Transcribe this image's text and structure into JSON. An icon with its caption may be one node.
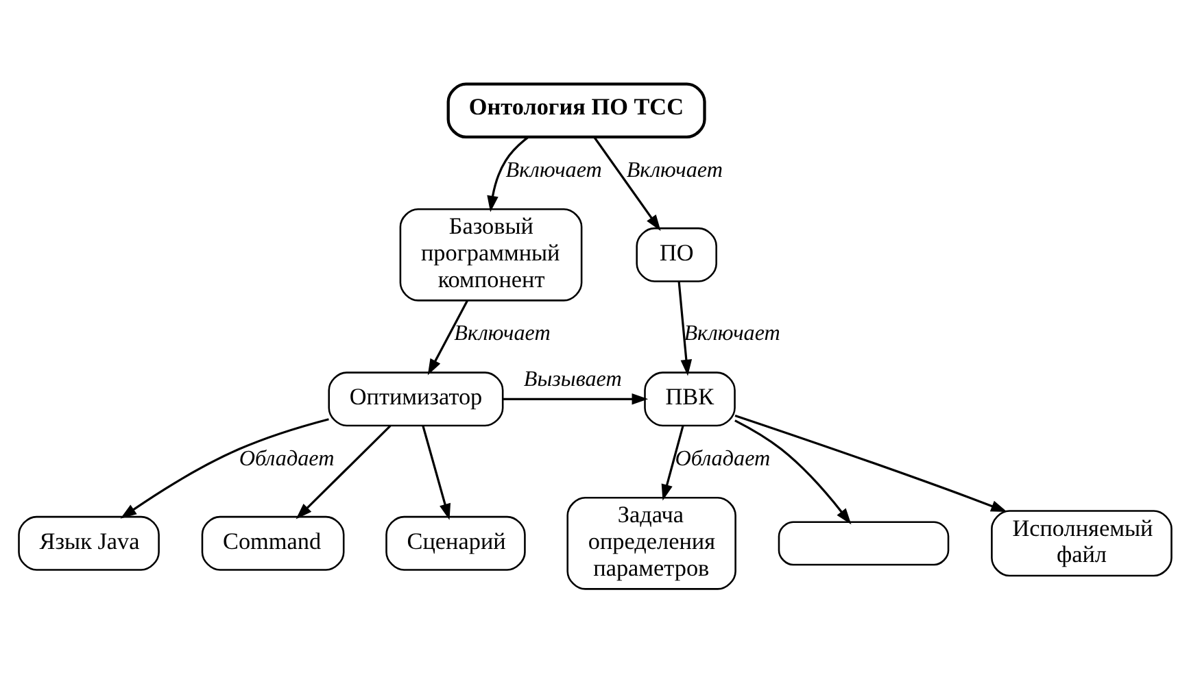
{
  "diagram": {
    "nodes": [
      {
        "text": [
          "Онтология ПО ТСС"
        ]
      },
      {
        "text": [
          "Базовый программный компонент"
        ]
      },
      {
        "text": [
          "ПО"
        ]
      },
      {
        "text": [
          "Оптимизатор"
        ]
      },
      {
        "text": [
          "ПВК"
        ]
      },
      {
        "text": [
          "Язык Java"
        ]
      },
      {
        "text": [
          "Command"
        ]
      },
      {
        "text": [
          "Сценарий"
        ]
      },
      {
        "text": [
          "Задача определения параметров"
        ]
      },
      {
        "text": [],
        "shape": "box"
      },
      {
        "text": [
          "Исполняемый файл"
        ]
      }
    ],
    "edges": [
      {
        "from": 0,
        "to": 1,
        "arrow": "to",
        "label": "Включает"
      },
      {
        "from": 0,
        "to": 2,
        "arrow": "to",
        "label": "Включает"
      },
      {
        "from": 2,
        "to": 4,
        "arrow": "to",
        "label": "Включает"
      },
      {
        "from": 1,
        "to": 3,
        "arrow": "to",
        "label": "Включает"
      },
      {
        "from": 3,
        "to": 4,
        "arrow": "to",
        "label": "Вызывает"
      },
      {
        "from": 3,
        "to": 5,
        "arrow": "to",
        "label": "Обладает"
      },
      {
        "from": 3,
        "to": 6,
        "arrow": "to"
      },
      {
        "from": 3,
        "to": 7,
        "arrow": "to"
      },
      {
        "from": 4,
        "to": 8,
        "arrow": "to",
        "label": "Обладает"
      },
      {
        "from": 4,
        "to": 9,
        "arrow": "to"
      },
      {
        "from": 4,
        "to": 10,
        "arrow": "to"
      }
    ]
  }
}
